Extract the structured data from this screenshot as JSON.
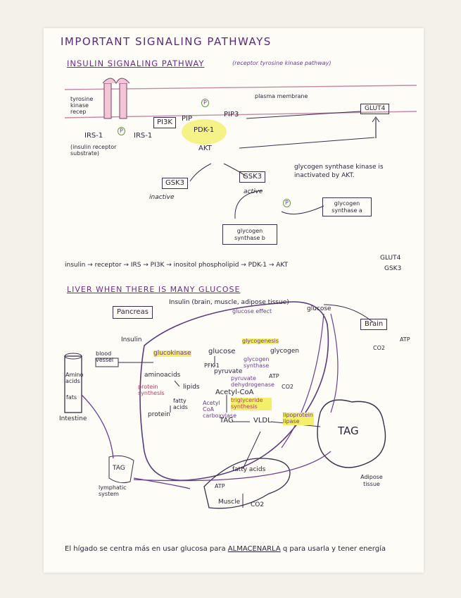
{
  "heading": "IMPORTANT  SIGNALING  PATHWAYS",
  "insulin_section": {
    "title": "INSULIN  SIGNALING  PATHWAY",
    "subtitle": "(receptor tyrosine kinase pathway)",
    "receptor_label": "tyrosine kinase recep",
    "membrane_label": "plasma membrane",
    "irs1_left": "IRS-1",
    "irs1_right": "IRS-1",
    "irs_note": "(insulin receptor substrate)",
    "pi3k": "PI3K",
    "pip2": "PIP",
    "pip3": "PIP3",
    "pdk1": "PDK-1",
    "akt": "AKT",
    "glut4": "GLUT4",
    "gsk3_inactive": "GSK3",
    "inactive_label": "inactive",
    "gsk3_active": "GSK3",
    "active_label": "active",
    "note": "glycogen synthase kinase is inactivated by AKT.",
    "glycogen_synthase_a": "glycogen synthase a",
    "glycogen_synthase_b": "glycogen synthase b",
    "phosphate": "P",
    "pathway_summary": "insulin → receptor → IRS → PI3K → inositol phospholipid → PDK-1 → AKT",
    "akt_targets": [
      "GLUT4",
      "GSK3"
    ]
  },
  "liver_section": {
    "title": "LIVER  WHEN  THERE  IS  MANY  GLUCOSE",
    "pancreas": "Pancreas",
    "insulin_effect": "Insulin (brain, muscle, adipose tissue)",
    "glucose_top": "glucose",
    "glucose_effect": "glucose effect",
    "brain": "Brain",
    "atp_brain": "ATP",
    "co2_brain": "CO2",
    "insulin_label": "Insulin",
    "glucokinase": "glucokinase",
    "glucose_liver": "glucose",
    "glycogenesis": "glycogenesis",
    "glycogen": "glycogen",
    "glycogen_synthase": "glycogen synthase",
    "pfk1": "PFK-1",
    "pyruvate": "pyruvate",
    "pyruvate_dh": "pyruvate dehydrogenase",
    "atp_liver": "ATP",
    "acetyl_coa": "Acetyl-CoA",
    "co2_liver": "CO2",
    "aminoacids": "aminoacids",
    "protein_synthesis": "protein synthesis",
    "lipids": "lipids",
    "fatty_acids": "fatty acids",
    "protein": "protein",
    "acetyl_coa_carbox": "Acetyl CoA carboxylase",
    "triglyceride_synth": "triglyceride synthesis",
    "tag_liver": "TAG",
    "vldl": "VLDL",
    "lipoprotein_lipase": "lipoprotein lipase",
    "tag_adipose": "TAG",
    "adipose": "Adipose tissue",
    "blood_vessel": "blood vessel",
    "amino_acids_int": "Amino acids",
    "fats": "fats",
    "intestine": "Intestine",
    "tag_lymph": "TAG",
    "lymphatic": "lymphatic system",
    "fatty_acids_muscle": "fatty acids",
    "atp_muscle": "ATP",
    "muscle": "Muscle",
    "co2_muscle": "CO2"
  },
  "footer": {
    "prefix": "El hígado se centra más en usar glucosa para",
    "emphasis": "ALMACENARLA",
    "suffix": "q para usarla y tener energía"
  }
}
